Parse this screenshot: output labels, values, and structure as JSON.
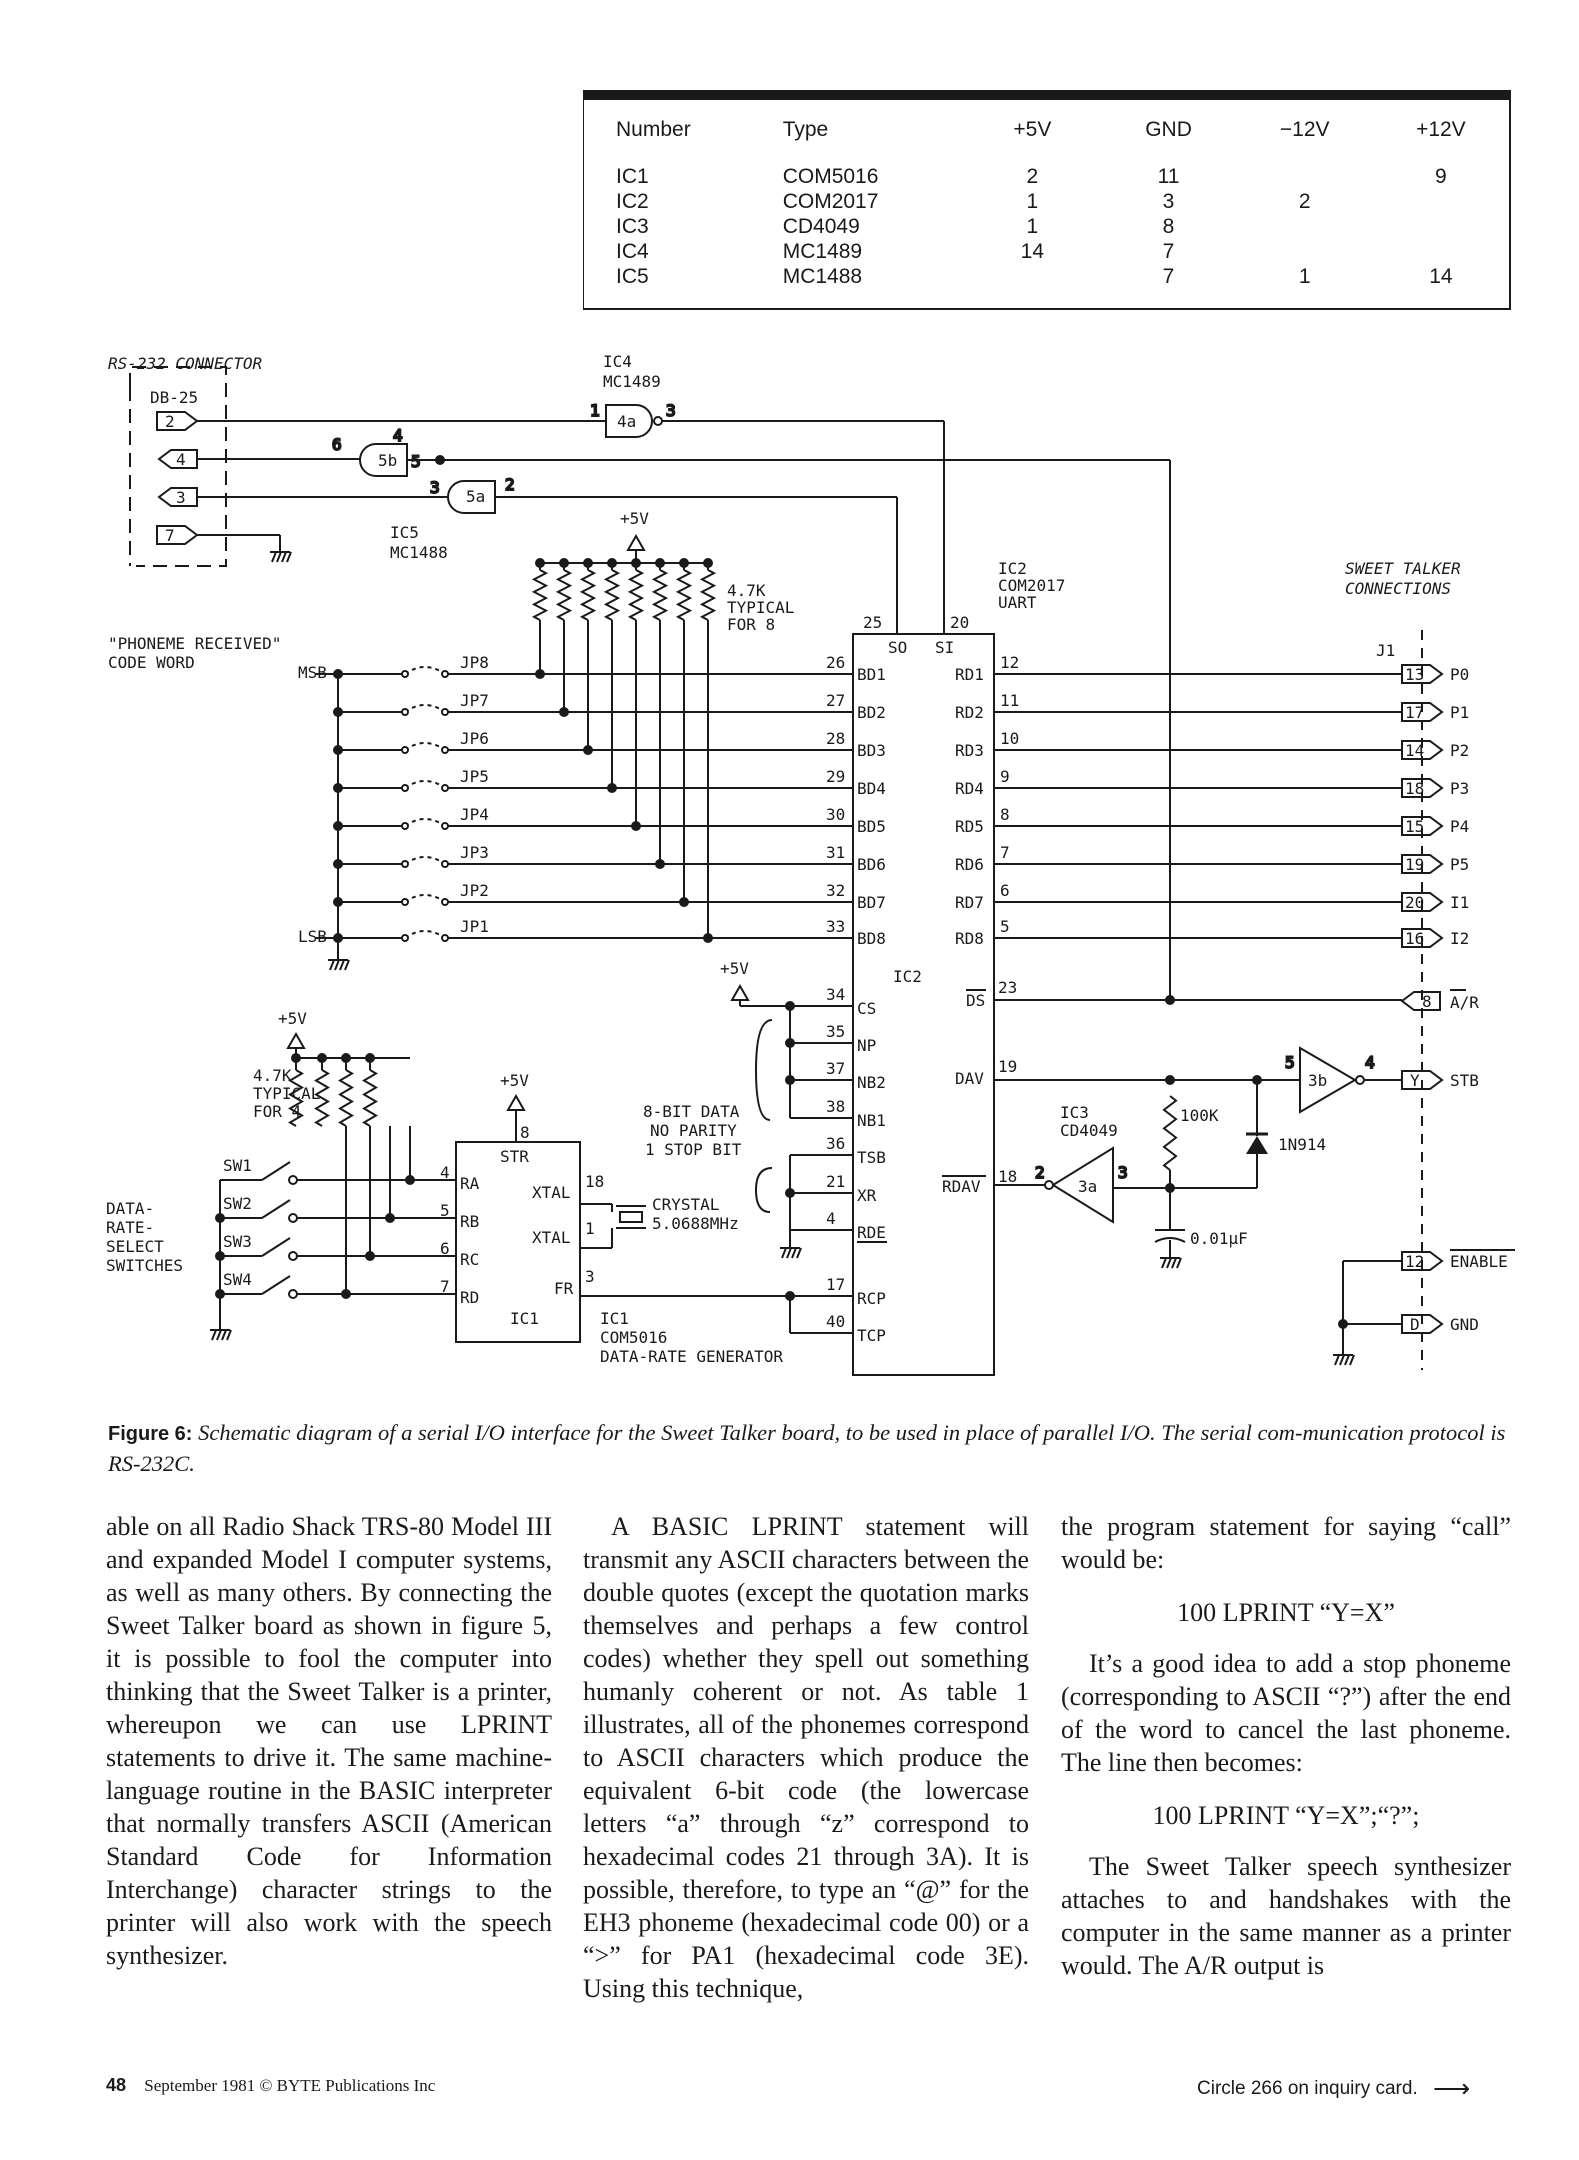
{
  "power_table": {
    "headers": [
      "Number",
      "Type",
      "+5V",
      "GND",
      "−12V",
      "+12V"
    ],
    "rows": [
      [
        "IC1",
        "COM5016",
        "2",
        "11",
        "",
        "9"
      ],
      [
        "IC2",
        "COM2017",
        "1",
        "3",
        "2",
        ""
      ],
      [
        "IC3",
        "CD4049",
        "1",
        "8",
        "",
        ""
      ],
      [
        "IC4",
        "MC1489",
        "14",
        "7",
        "",
        ""
      ],
      [
        "IC5",
        "MC1488",
        "",
        "7",
        "1",
        "14"
      ]
    ]
  },
  "schematic": {
    "rs232": "RS-232 CONNECTOR",
    "db25": "DB-25",
    "db_pins": [
      "2",
      "4",
      "3",
      "7"
    ],
    "ic4": "IC4",
    "ic4_type": "MC1489",
    "ic4_gate": "4a",
    "ic5": "IC5",
    "ic5_type": "MC1488",
    "gate_5b": "5b",
    "gate_5a": "5a",
    "vcc": "+5V",
    "res_top": "4.7K",
    "res_typical": "TYPICAL",
    "res_for8": "FOR 8",
    "res_for4": "FOR 4",
    "ic2": "IC2",
    "ic2_type": "COM2017",
    "ic2_kind": "UART",
    "ic2_tag": "IC2",
    "phoneme_1": "\"PHONEME RECEIVED\"",
    "phoneme_2": "CODE WORD",
    "msb": "MSB",
    "lsb": "LSB",
    "jumpers": [
      "JP8",
      "JP7",
      "JP6",
      "JP5",
      "JP4",
      "JP3",
      "JP2",
      "JP1"
    ],
    "bd_pins": [
      "26",
      "27",
      "28",
      "29",
      "30",
      "31",
      "32",
      "33"
    ],
    "bd_names": [
      "BD1",
      "BD2",
      "BD3",
      "BD4",
      "BD5",
      "BD6",
      "BD7",
      "BD8"
    ],
    "rd_names": [
      "RD1",
      "RD2",
      "RD3",
      "RD4",
      "RD5",
      "RD6",
      "RD7",
      "RD8"
    ],
    "rd_pins": [
      "12",
      "11",
      "10",
      "9",
      "8",
      "7",
      "6",
      "5"
    ],
    "so": "SO",
    "si": "SI",
    "so_pin": "25",
    "si_pin": "20",
    "sweet_1": "SWEET TALKER",
    "sweet_2": "CONNECTIONS",
    "j1": "J1",
    "j_pins": [
      "13",
      "17",
      "14",
      "18",
      "15",
      "19",
      "20",
      "16"
    ],
    "j_names": [
      "P0",
      "P1",
      "P2",
      "P3",
      "P4",
      "P5",
      "I1",
      "I2"
    ],
    "ctrl_pins": [
      "34",
      "35",
      "37",
      "38",
      "36",
      "21",
      "4",
      "17",
      "40"
    ],
    "ctrl_names": [
      "CS",
      "NP",
      "NB2",
      "NB1",
      "TSB",
      "XR",
      "RDE",
      "RCP",
      "TCP"
    ],
    "ds": "DS",
    "ds_pin": "23",
    "dav": "DAV",
    "dav_pin": "19",
    "rdav": "RDAV",
    "rdav_pin": "18",
    "ar_pin": "8",
    "ar_label": "A/R",
    "stb_pin": "Y",
    "stb_label": "STB",
    "gate_3b": "3b",
    "gate_3a": "3a",
    "ic3": "IC3",
    "ic3_type": "CD4049",
    "res_100k": "100K",
    "diode": "1N914",
    "cap": "0.01μF",
    "enable_pin": "12",
    "enable_label": "ENABLE",
    "gnd_pin": "D",
    "gnd_label": "GND",
    "databits_1": "8-BIT DATA",
    "databits_2": "NO PARITY",
    "databits_3": "1 STOP BIT",
    "crystal": "CRYSTAL",
    "crystal_freq": "5.0688MHz",
    "ic1_pins": [
      "8",
      "4",
      "5",
      "6",
      "7",
      "18",
      "1",
      "3"
    ],
    "ic1_names": [
      "STR",
      "RA",
      "RB",
      "RC",
      "RD",
      "XTAL",
      "XTAL",
      "FR"
    ],
    "ic1": "IC1",
    "ic1_type": "COM5016",
    "ic1_desc": "DATA-RATE GENERATOR",
    "switches": [
      "SW1",
      "SW2",
      "SW3",
      "SW4"
    ],
    "drs": [
      "DATA-",
      "RATE-",
      "SELECT",
      "SWITCHES"
    ]
  },
  "caption": {
    "label": "Figure 6:",
    "text": "Schematic diagram of a serial I/O interface for the Sweet Talker board, to be used in place of parallel I/O. The serial com-munication protocol is RS-232C."
  },
  "body": {
    "col1": "able on all Radio Shack TRS-80 Model III and expanded Model I computer systems, as well as many others. By connecting the Sweet Talker board as shown in figure 5, it is possible to fool the computer into thinking that the Sweet Talker is a printer, whereupon we can use LPRINT statements to drive it. The same machine-language routine in the BASIC interpreter that normally transfers ASCII (American Standard Code for Information Interchange) character strings to the printer will also work with the speech synthesizer.",
    "col2": "A BASIC LPRINT statement will transmit any ASCII characters between the double quotes (except the quotation marks themselves and perhaps a few control codes) whether they spell out something humanly coherent or not. As table 1 illustrates, all of the phonemes correspond to ASCII characters which produce the equivalent 6-bit code (the lowercase letters “a” through “z” correspond to hexadecimal codes 21 through 3A). It is possible, therefore, to type an “@” for the EH3 phoneme (hexadecimal code 00) or a “>” for PA1 (hexadecimal code 3E). Using this technique,",
    "col3_p1": "the program statement for saying “call” would be:",
    "col3_code1": "100 LPRINT “Y=X”",
    "col3_p2": "It’s a good idea to add a stop phoneme (corresponding to ASCII “?”) after the end of the word to cancel the last phoneme. The line then becomes:",
    "col3_code2": "100 LPRINT “Y=X”;“?”;",
    "col3_p3": "The Sweet Talker speech synthesizer attaches to and handshakes with the computer in the same manner as a printer would. The A/R output is"
  },
  "footer": {
    "page_number": "48",
    "left": "September 1981 © BYTE Publications Inc",
    "right": "Circle 266 on inquiry card."
  }
}
